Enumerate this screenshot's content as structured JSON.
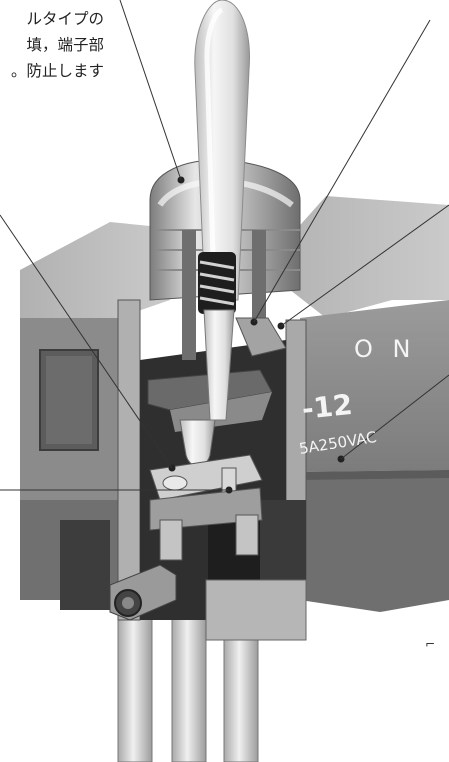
{
  "caption": {
    "lines": [
      "ルタイプの",
      "填，端子部",
      "防止します。"
    ]
  },
  "decal": {
    "on": "O N",
    "model": "-12",
    "rating": "5A250VAC"
  },
  "corner_mark": "⌐",
  "colors": {
    "housing_top": "#b9b9b9",
    "housing_face": "#8e8e8e",
    "housing_dark": "#4a4a4a",
    "cavity": "#2a2a2a",
    "lever": "#e8e8e8",
    "wires": "#e2e2e2",
    "callout_line": "#333333"
  }
}
